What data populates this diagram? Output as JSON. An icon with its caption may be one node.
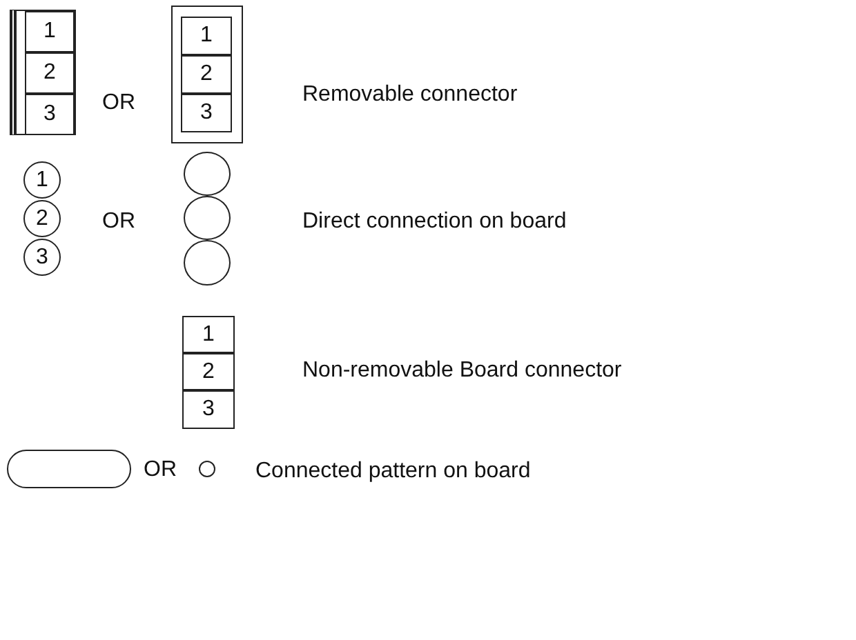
{
  "diagram": {
    "nodes": [
      {
        "text": [],
        "shape": "box"
      },
      {
        "text": [
          "1"
        ],
        "in": 0
      },
      {
        "text": [
          "2"
        ],
        "in": 0
      },
      {
        "text": [
          "3"
        ],
        "in": 0
      },
      {
        "text": [],
        "shape": "box"
      },
      {
        "text": [
          "1"
        ],
        "in": 4
      },
      {
        "text": [
          "2"
        ],
        "in": 4
      },
      {
        "text": [
          "3"
        ],
        "in": 4
      },
      {
        "text": [
          "1"
        ]
      },
      {
        "text": [
          "2"
        ]
      },
      {
        "text": [
          "3"
        ]
      },
      {
        "text": [],
        "shape": "circle"
      },
      {
        "text": [],
        "shape": "circle"
      },
      {
        "text": [],
        "shape": "circle"
      },
      {
        "text": [
          "1"
        ]
      },
      {
        "text": [
          "2"
        ]
      },
      {
        "text": [
          "3"
        ]
      },
      {
        "text": [],
        "shape": "oval"
      },
      {
        "text": [],
        "shape": "circle"
      }
    ],
    "edges": [],
    "labels": [
      "OR",
      "Removable connector",
      "OR",
      "Direct connection on board",
      "Non-removable Board connector",
      "OR",
      "Connected pattern on board"
    ]
  }
}
